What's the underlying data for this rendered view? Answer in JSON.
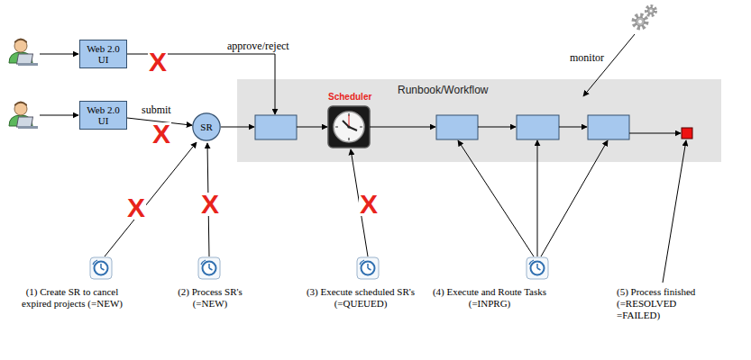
{
  "diagram": {
    "nodes": [
      {
        "text": [
          "Web 2.0 UI"
        ]
      },
      {
        "text": [
          "Web 2.0 UI"
        ]
      },
      {
        "text": [
          "SR"
        ]
      },
      {
        "text": [
          "Runbook/Workflow"
        ]
      }
    ],
    "edges": [
      {
        "from": 1,
        "to": 2,
        "arrow": "to",
        "label": "submit"
      }
    ],
    "labels": [
      "approve/reject",
      "X",
      "X",
      "Scheduler",
      "monitor",
      "X",
      "X",
      "X",
      "(1) Create SR to cancel expired projects (=NEW)",
      "(2) Process SR's (=NEW)",
      "(3) Execute scheduled SR's (=QUEUED)",
      "(4) Execute and Route Tasks (=INPRG)",
      "(5) Process finished (=RESOLVED =FAILED)"
    ]
  }
}
